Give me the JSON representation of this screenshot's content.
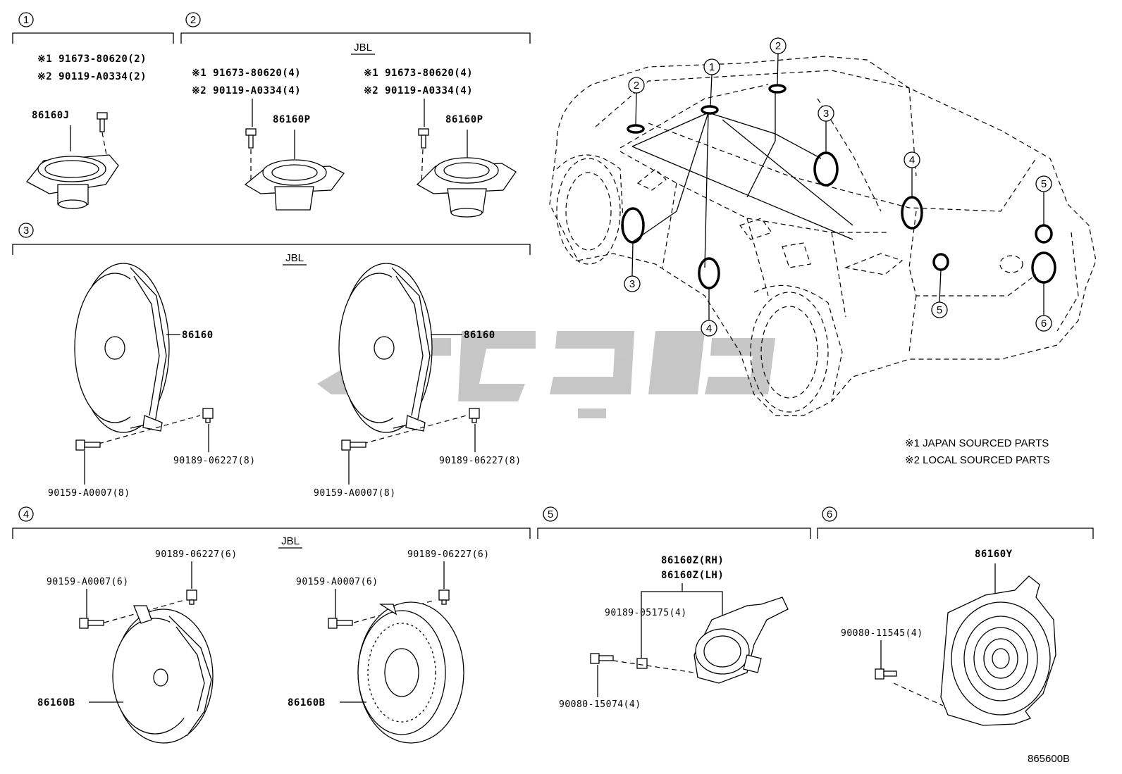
{
  "groups": [
    {
      "num": "1"
    },
    {
      "num": "2",
      "subtitle": "JBL"
    },
    {
      "num": "3",
      "subtitle": "JBL"
    },
    {
      "num": "4",
      "subtitle": "JBL"
    },
    {
      "num": "5"
    },
    {
      "num": "6"
    }
  ],
  "labels": {
    "g1_note1": "※1 91673-80620(2)",
    "g1_note2": "※2 90119-A0334(2)",
    "g1_part": "86160J",
    "g2_note1a": "※1 91673-80620(4)",
    "g2_note2a": "※2 90119-A0334(4)",
    "g2_parta": "86160P",
    "g2_note1b": "※1 91673-80620(4)",
    "g2_note2b": "※2 90119-A0334(4)",
    "g2_partb": "86160P",
    "g3_parta": "86160",
    "g3_clipa": "90189-06227(8)",
    "g3_bolta": "90159-A0007(8)",
    "g3_partb": "86160",
    "g3_clipb": "90189-06227(8)",
    "g3_boltb": "90159-A0007(8)",
    "g4_clipa": "90189-06227(6)",
    "g4_bolta": "90159-A0007(6)",
    "g4_parta": "86160B",
    "g4_clipb": "90189-06227(6)",
    "g4_boltb": "90159-A0007(6)",
    "g4_partb": "86160B",
    "g5_part_rh": "86160Z(RH)",
    "g5_part_lh": "86160Z(LH)",
    "g5_clip": "90189-05175(4)",
    "g5_bolt": "90080-15074(4)",
    "g6_part": "86160Y",
    "g6_bolt": "90080-11545(4)"
  },
  "legend": {
    "line1": "※1 JAPAN SOURCED PARTS",
    "line2": "※2 LOCAL SOURCED PARTS"
  },
  "car_callouts": [
    "2",
    "1",
    "2",
    "3",
    "4",
    "5",
    "3",
    "4",
    "5",
    "6"
  ],
  "diagram_code": "865600B"
}
